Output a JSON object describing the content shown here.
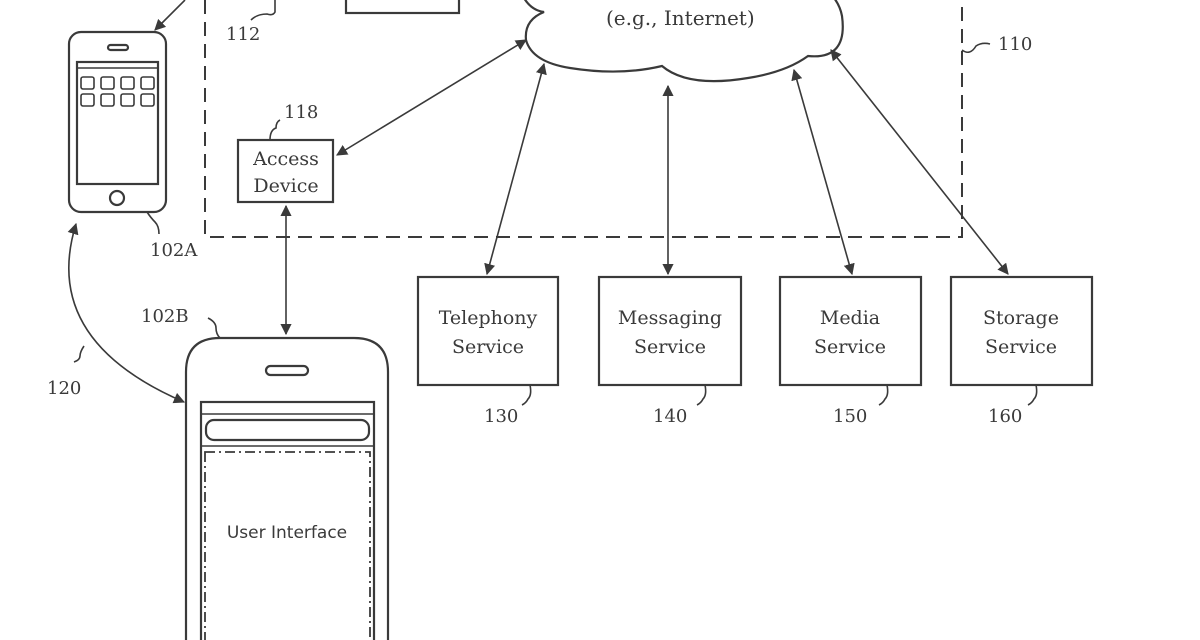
{
  "network": {
    "cloud_label": "(e.g., Internet)",
    "region_ref": "110",
    "top_box_ref": "112"
  },
  "access_device": {
    "label_line1": "Access",
    "label_line2": "Device",
    "ref": "118"
  },
  "devices": {
    "device_a_ref": "102A",
    "device_b_ref": "102B",
    "link_ref": "120",
    "user_interface_label": "User Interface"
  },
  "services": [
    {
      "line1": "Telephony",
      "line2": "Service",
      "ref": "130"
    },
    {
      "line1": "Messaging",
      "line2": "Service",
      "ref": "140"
    },
    {
      "line1": "Media",
      "line2": "Service",
      "ref": "150"
    },
    {
      "line1": "Storage",
      "line2": "Service",
      "ref": "160"
    }
  ]
}
